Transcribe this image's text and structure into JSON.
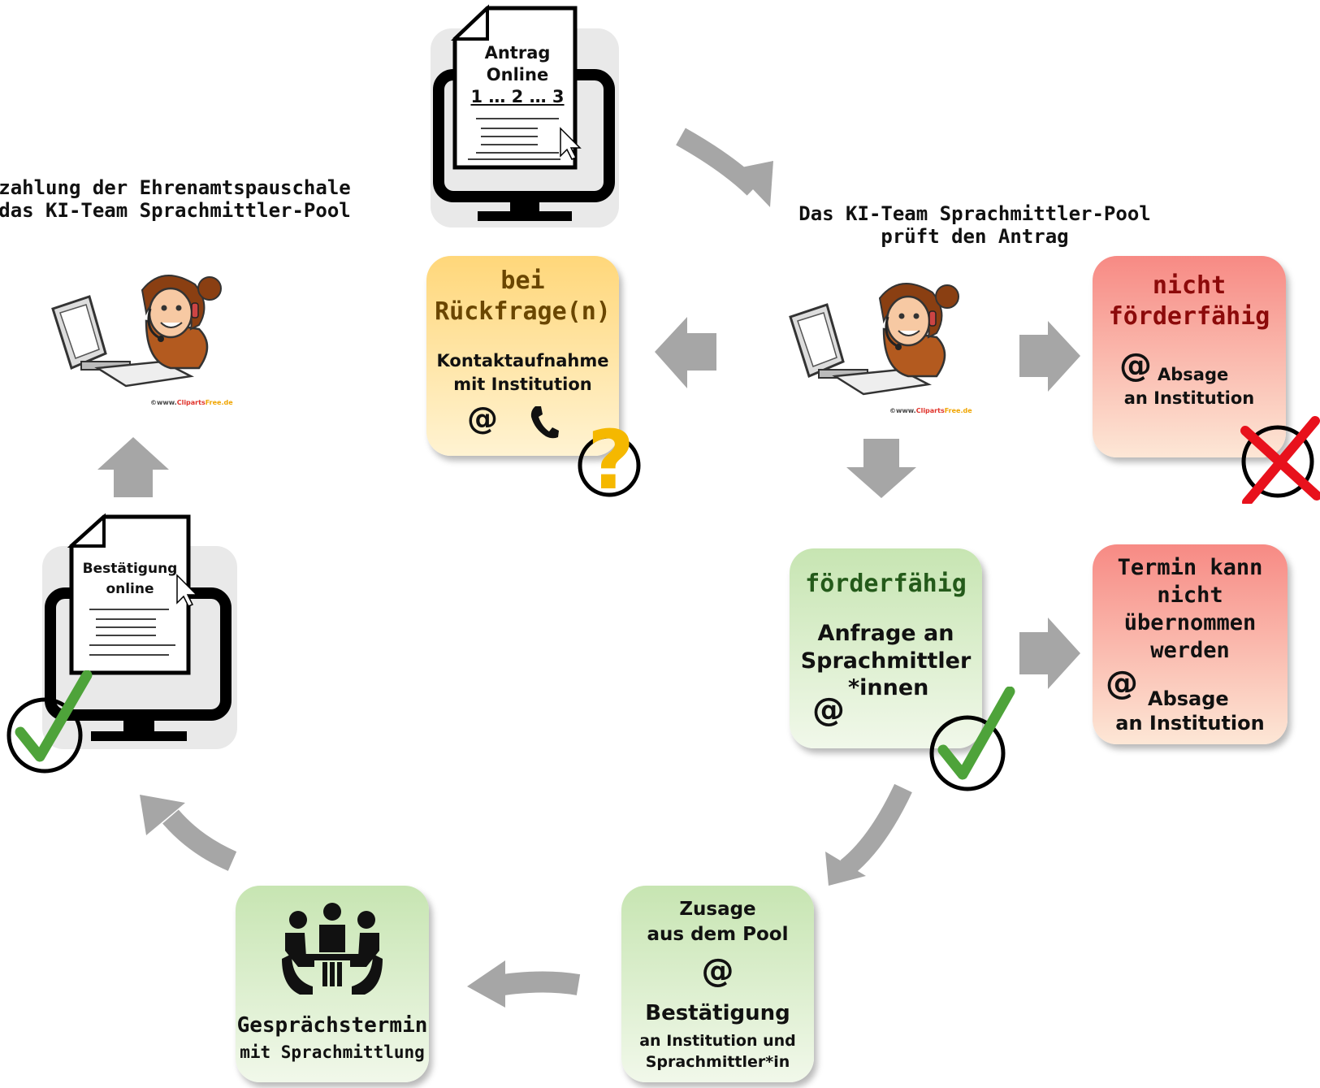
{
  "headings": {
    "payment_line1": "zahlung der Ehrenamtspauschale",
    "payment_line2": "das KI-Team Sprachmittler-Pool",
    "check_line1": "Das KI-Team Sprachmittler-Pool",
    "check_line2": "prüft den Antrag"
  },
  "application": {
    "line1": "Antrag",
    "line2": "Online",
    "line3": "1 … 2 … 3"
  },
  "confirmation_doc": {
    "line1": "Bestätigung",
    "line2": "online"
  },
  "inquiry": {
    "title1": "bei",
    "title2": "Rückfrage(n)",
    "text1": "Kontaktaufnahme",
    "text2": "mit Institution",
    "at": "@"
  },
  "not_eligible": {
    "title1": "nicht",
    "title2": "förderfähig",
    "at": "@",
    "text1": "Absage",
    "text2": "an Institution"
  },
  "eligible": {
    "title": "förderfähig",
    "text1": "Anfrage an",
    "text2": "Sprachmittler",
    "text3": "*innen",
    "at": "@"
  },
  "no_appointment": {
    "line1": "Termin kann",
    "line2": "nicht",
    "line3": "übernommen",
    "line4": "werden",
    "at": "@",
    "text1": "Absage",
    "text2": "an Institution"
  },
  "pool_confirmation": {
    "line1": "Zusage",
    "line2": "aus dem Pool",
    "at": "@",
    "title": "Bestätigung",
    "text1": "an Institution und",
    "text2": "Sprachmittler*in"
  },
  "meeting": {
    "line1": "Gesprächstermin",
    "line2": "mit Sprachmittlung"
  },
  "copyright": {
    "prefix": "©www.",
    "brand": "Cliparts",
    "suffix": "Free.de"
  },
  "colors": {
    "arrow": "#a6a6a6",
    "check": "#4ea33a",
    "cross": "#e8111c",
    "question": "#f5b800"
  }
}
